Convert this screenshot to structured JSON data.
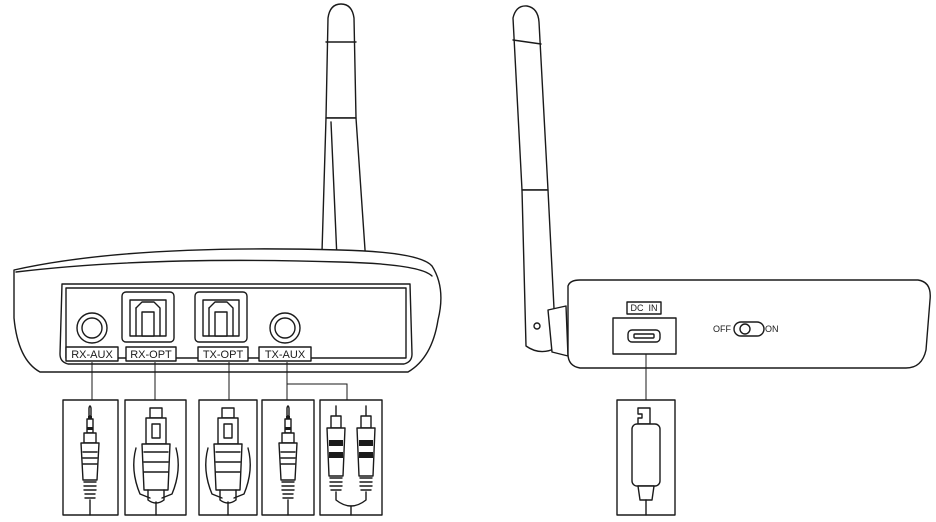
{
  "labels": {
    "rx_aux": "RX-AUX",
    "rx_opt": "RX-OPT",
    "tx_opt": "TX-OPT",
    "tx_aux": "TX-AUX",
    "dc_in": "DC  IN",
    "off": "OFF",
    "on": "ON"
  },
  "colors": {
    "line": "#1a1a1a",
    "background": "#ffffff"
  },
  "icons": {
    "rx_aux_cable": "3.5mm-aux-plug-icon",
    "rx_opt_cable": "toslink-optical-plug-icon",
    "tx_opt_cable": "toslink-optical-plug-icon",
    "tx_aux_cable": "3.5mm-aux-plug-icon",
    "rca_cable": "rca-dual-plug-icon",
    "power_cable": "micro-usb-plug-icon"
  }
}
